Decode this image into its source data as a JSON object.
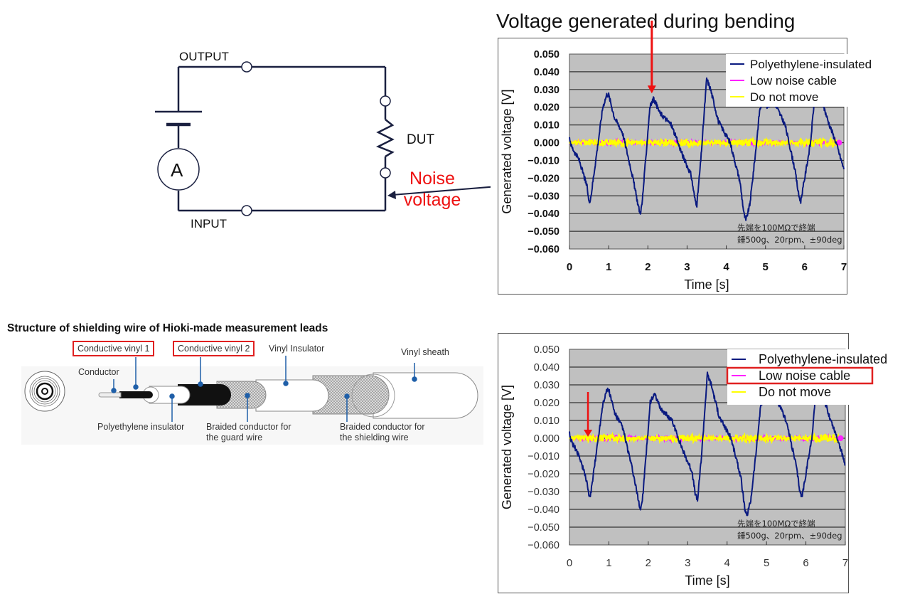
{
  "circuit": {
    "labels": {
      "output": "OUTPUT",
      "input": "INPUT",
      "dut": "DUT",
      "ammeter": "A",
      "noise_line1": "Noise",
      "noise_line2": "voltage"
    },
    "colors": {
      "wire": "#1a2040",
      "noise_text": "#ee1111"
    }
  },
  "top_title": "Voltage generated during bending",
  "cable": {
    "title": "Structure of shielding wire of Hioki-made measurement leads",
    "labels": {
      "conductive_vinyl_1": "Conductive vinyl 1",
      "conductive_vinyl_2": "Conductive vinyl 2",
      "vinyl_insulator": "Vinyl Insulator",
      "vinyl_sheath": "Vinyl sheath",
      "conductor": "Conductor",
      "polyethylene_insulator": "Polyethylene insulator",
      "braided_guard_1": "Braided conductor for",
      "braided_guard_2": "the guard wire",
      "braided_shield_1": "Braided conductor for",
      "braided_shield_2": "the shielding wire"
    },
    "colors": {
      "leader": "#1f5fa8",
      "highlight": "#e02020"
    }
  },
  "chart_data": [
    {
      "type": "line",
      "title": "Voltage generated during bending",
      "xlabel": "Time [s]",
      "ylabel": "Generated voltage [V]",
      "xlim": [
        0,
        7
      ],
      "ylim": [
        -0.06,
        0.05
      ],
      "x_ticks": [
        "0",
        "1",
        "2",
        "3",
        "4",
        "5",
        "6",
        "7"
      ],
      "y_ticks": [
        "0.050",
        "0.040",
        "0.030",
        "0.020",
        "0.010",
        "0.000",
        "−0.010",
        "−0.020",
        "−0.030",
        "−0.040",
        "−0.050",
        "−0.060"
      ],
      "grid": true,
      "legend_position": "top-right",
      "annotation": [
        "先端を100MΩで終端",
        "錘500g、20rpm、±90deg"
      ],
      "callout": "red arrow at t≈2.1 s peak",
      "series": [
        {
          "name": "Polyethylene-insulated",
          "color": "#0a1a80",
          "x": [
            0,
            0.05,
            0.25,
            0.45,
            0.5,
            0.55,
            0.7,
            0.85,
            0.95,
            1.0,
            1.15,
            1.35,
            1.6,
            1.75,
            1.8,
            1.85,
            1.95,
            2.05,
            2.15,
            2.3,
            2.6,
            2.9,
            3.1,
            3.2,
            3.25,
            3.35,
            3.5,
            3.6,
            3.8,
            4.1,
            4.35,
            4.45,
            4.5,
            4.6,
            4.75,
            4.85,
            4.95,
            5.05,
            5.2,
            5.5,
            5.75,
            5.85,
            5.9,
            6.0,
            6.15,
            6.25,
            6.35,
            6.6,
            6.8,
            7.0
          ],
          "y": [
            0.003,
            -0.002,
            -0.01,
            -0.025,
            -0.034,
            -0.03,
            -0.005,
            0.02,
            0.027,
            0.027,
            0.014,
            0.006,
            -0.018,
            -0.035,
            -0.04,
            -0.035,
            -0.008,
            0.02,
            0.025,
            0.017,
            0.01,
            -0.008,
            -0.018,
            -0.032,
            -0.035,
            -0.01,
            0.036,
            0.03,
            0.012,
            0.0,
            -0.022,
            -0.04,
            -0.044,
            -0.035,
            -0.005,
            0.018,
            0.025,
            0.02,
            0.024,
            0.01,
            -0.015,
            -0.03,
            -0.033,
            -0.02,
            0.0,
            0.025,
            0.03,
            0.012,
            0.0,
            -0.015
          ]
        },
        {
          "name": "Low noise cable",
          "color": "#ff20ff",
          "x": [
            0,
            7
          ],
          "y": [
            0.0,
            0.0
          ]
        },
        {
          "name": "Do not move",
          "color": "#ffff00",
          "x": [
            0,
            7
          ],
          "y": [
            0.0,
            0.0
          ]
        }
      ]
    },
    {
      "type": "line",
      "title": "",
      "xlabel": "Time [s]",
      "ylabel": "Generated voltage [V]",
      "xlim": [
        0,
        7
      ],
      "ylim": [
        -0.06,
        0.05
      ],
      "x_ticks": [
        "0",
        "1",
        "2",
        "3",
        "4",
        "5",
        "6",
        "7"
      ],
      "y_ticks": [
        "0.050",
        "0.040",
        "0.030",
        "0.020",
        "0.010",
        "0.000",
        "−0.010",
        "−0.020",
        "−0.030",
        "−0.040",
        "−0.050",
        "−0.060"
      ],
      "grid": true,
      "legend_position": "top-right",
      "legend_highlight": "Low noise cable",
      "annotation": [
        "先端を100MΩで終端",
        "錘500g、20rpm、±90deg"
      ],
      "callout": "red arrow at t≈0.45 s on the 0.000 baseline",
      "series": [
        {
          "name": "Polyethylene-insulated",
          "color": "#0a1a80",
          "x": [
            0,
            0.05,
            0.25,
            0.45,
            0.5,
            0.55,
            0.7,
            0.85,
            0.95,
            1.0,
            1.15,
            1.35,
            1.6,
            1.75,
            1.8,
            1.85,
            1.95,
            2.05,
            2.15,
            2.3,
            2.6,
            2.9,
            3.1,
            3.2,
            3.25,
            3.35,
            3.5,
            3.6,
            3.8,
            4.1,
            4.35,
            4.45,
            4.5,
            4.6,
            4.75,
            4.85,
            4.95,
            5.05,
            5.2,
            5.5,
            5.75,
            5.85,
            5.9,
            6.0,
            6.15,
            6.25,
            6.35,
            6.6,
            6.8,
            7.0
          ],
          "y": [
            0.003,
            -0.002,
            -0.01,
            -0.025,
            -0.034,
            -0.03,
            -0.005,
            0.02,
            0.027,
            0.027,
            0.014,
            0.006,
            -0.018,
            -0.035,
            -0.04,
            -0.035,
            -0.008,
            0.02,
            0.025,
            0.017,
            0.01,
            -0.008,
            -0.018,
            -0.032,
            -0.035,
            -0.01,
            0.036,
            0.03,
            0.012,
            0.0,
            -0.022,
            -0.04,
            -0.044,
            -0.035,
            -0.005,
            0.018,
            0.025,
            0.02,
            0.024,
            0.01,
            -0.015,
            -0.03,
            -0.033,
            -0.02,
            0.0,
            0.025,
            0.03,
            0.012,
            0.0,
            -0.015
          ]
        },
        {
          "name": "Low noise cable",
          "color": "#ff20ff",
          "x": [
            0,
            7
          ],
          "y": [
            0.0,
            0.0
          ]
        },
        {
          "name": "Do not move",
          "color": "#ffff00",
          "x": [
            0,
            7
          ],
          "y": [
            0.0,
            0.0
          ]
        }
      ]
    }
  ]
}
